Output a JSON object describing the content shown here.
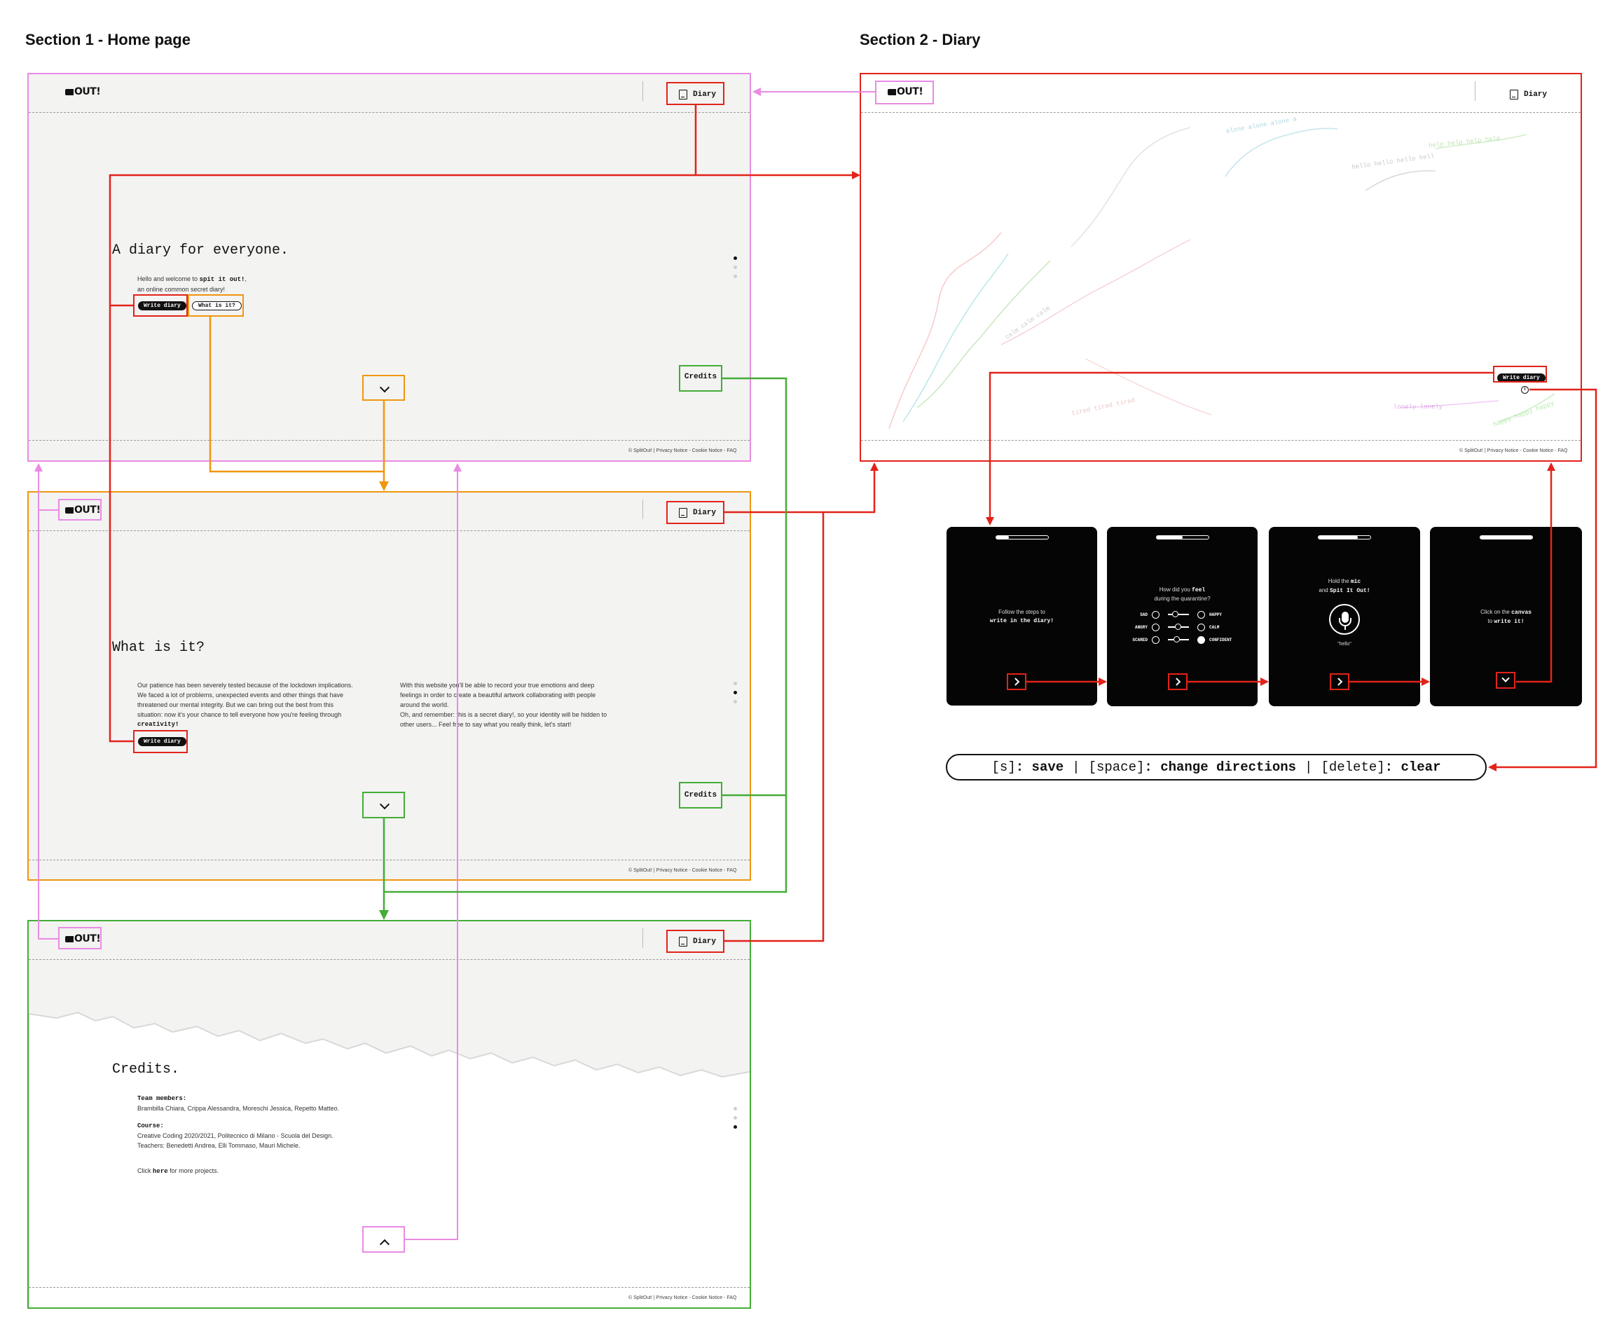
{
  "sections": {
    "home": "Section 1 - Home page",
    "diary": "Section 2 - Diary"
  },
  "brand": {
    "logo": "OUT!"
  },
  "nav": {
    "diary_label": "Diary"
  },
  "footer": "© SplitOut! | Privacy Notice - Cookie Notice - FAQ",
  "page_home": {
    "title": "A diary for everyone.",
    "intro_1": "Hello and welcome to",
    "intro_brand": "spit it out!",
    "intro_2": ",",
    "intro_3": "an online common secret diary!",
    "write_button": "Write diary",
    "what_button": "What is it?"
  },
  "page_what": {
    "title": "What is it?",
    "col1": [
      "Our patience has been severely tested because of the lockdown implications.",
      "We faced a lot of problems, unexpected events and other things that have",
      "threatened our mental integrity. But we can bring out the best from this",
      "situation: now it's your chance to tell everyone how you're feeling through",
      "creativity!"
    ],
    "col2": [
      "With this website you'll be able to record your true emotions and deep",
      "feelings in order to create a beautiful artwork collaborating with people",
      "around the world.",
      "Oh, and remember: this is a secret diary!, so your identity will be hidden to",
      "other users... Feel free to say what you really think, let's start!"
    ],
    "write_button": "Write diary"
  },
  "page_credits": {
    "title": "Credits.",
    "team_label": "Team members:",
    "team": "Brambilla Chiara, Crippa Alessandra, Moreschi Jessica, Repetto Matteo.",
    "course_label": "Course:",
    "course": "Creative Coding 2020/2021, Politecnico di Milano - Scuola del Design.",
    "teachers": "Teachers: Benedetti Andrea, Elli Tommaso, Mauri Michele.",
    "more_1": "Click",
    "more_link": "here",
    "more_2": "for more projects."
  },
  "credits_button": "Credits",
  "diary_canvas": {
    "write_button": "Write diary",
    "info_icon": "i",
    "scribbles": [
      "alone alone alone a",
      "hello hello hello hell",
      "help help help help",
      "lonely lonely",
      "tired tired tired",
      "happy happy happy",
      "calm calm calm"
    ]
  },
  "steps": [
    {
      "line1": "Follow the steps to",
      "line2": "write in the diary!",
      "progress": 0.25
    },
    {
      "line1": "How did you feel",
      "line2": "during the quarantine?",
      "progress": 0.5,
      "emotions": [
        {
          "left": "SAD",
          "right": "HAPPY"
        },
        {
          "left": "ANGRY",
          "right": "CALM"
        },
        {
          "left": "SCARED",
          "right": "CONFIDENT"
        }
      ]
    },
    {
      "line1": "Hold the mic",
      "line2": "and Spit It Out!",
      "quote": "\"hello\"",
      "progress": 0.75
    },
    {
      "line1": "Click on the canvas",
      "line2": "to write it!",
      "progress": 1.0
    }
  ],
  "keys": {
    "save_key": "[s]",
    "save": ": save",
    "space_key": "[space]",
    "space": ": change directions",
    "delete_key": "[delete]",
    "delete": ": clear"
  },
  "colors": {
    "pink": "#e98be3",
    "red": "#e2231a",
    "orange": "#f0960f",
    "green": "#43ad35"
  }
}
